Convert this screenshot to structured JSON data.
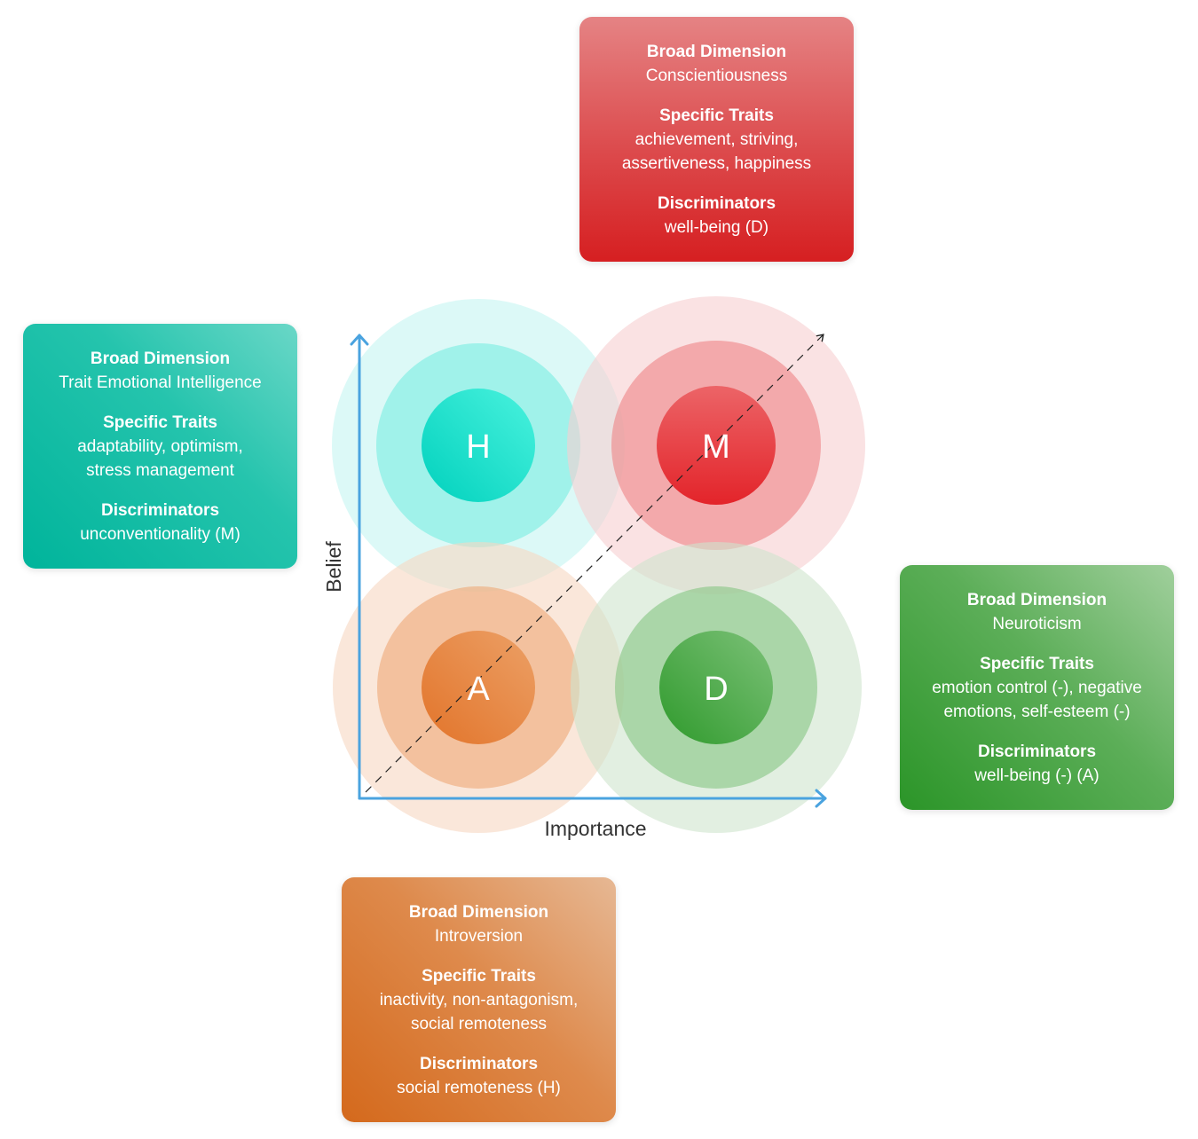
{
  "axes": {
    "x_label": "Importance",
    "y_label": "Belief",
    "axis_color": "#4aa3df",
    "diagonal_color": "#222222"
  },
  "quadrants": {
    "H": {
      "letter": "H",
      "position": "top-left",
      "colors": {
        "core": "#14d6c4",
        "mid": "#8ef0e6",
        "outer": "#d9f8f6"
      }
    },
    "M": {
      "letter": "M",
      "position": "top-right",
      "colors": {
        "core": "#e5363b",
        "mid": "#f08e90",
        "outer": "#fbe1e1"
      }
    },
    "A": {
      "letter": "A",
      "position": "bottom-left",
      "colors": {
        "core": "#e77d34",
        "mid": "#f1bb95",
        "outer": "#f9e3d6"
      }
    },
    "D": {
      "letter": "D",
      "position": "bottom-right",
      "colors": {
        "core": "#4aa946",
        "mid": "#a4d3a1",
        "outer": "#dfeedd"
      }
    }
  },
  "cards": {
    "top": {
      "quadrant": "M",
      "broad_dimension_heading": "Broad Dimension",
      "broad_dimension": "Conscientiousness",
      "specific_traits_heading": "Specific Traits",
      "specific_traits_line1": "achievement, striving,",
      "specific_traits_line2": "assertiveness, happiness",
      "discriminators_heading": "Discriminators",
      "discriminators": "well-being (D)"
    },
    "left": {
      "quadrant": "H",
      "broad_dimension_heading": "Broad Dimension",
      "broad_dimension": "Trait Emotional Intelligence",
      "specific_traits_heading": "Specific Traits",
      "specific_traits_line1": "adaptability, optimism,",
      "specific_traits_line2": "stress management",
      "discriminators_heading": "Discriminators",
      "discriminators": "unconventionality (M)"
    },
    "right": {
      "quadrant": "D",
      "broad_dimension_heading": "Broad Dimension",
      "broad_dimension": "Neuroticism",
      "specific_traits_heading": "Specific Traits",
      "specific_traits_line1": "emotion control (-), negative",
      "specific_traits_line2": "emotions, self-esteem (-)",
      "discriminators_heading": "Discriminators",
      "discriminators": "well-being (-) (A)"
    },
    "bottom": {
      "quadrant": "A",
      "broad_dimension_heading": "Broad Dimension",
      "broad_dimension": "Introversion",
      "specific_traits_heading": "Specific Traits",
      "specific_traits_line1": "inactivity, non-antagonism,",
      "specific_traits_line2": "social remoteness",
      "discriminators_heading": "Discriminators",
      "discriminators": "social remoteness (H)"
    }
  }
}
